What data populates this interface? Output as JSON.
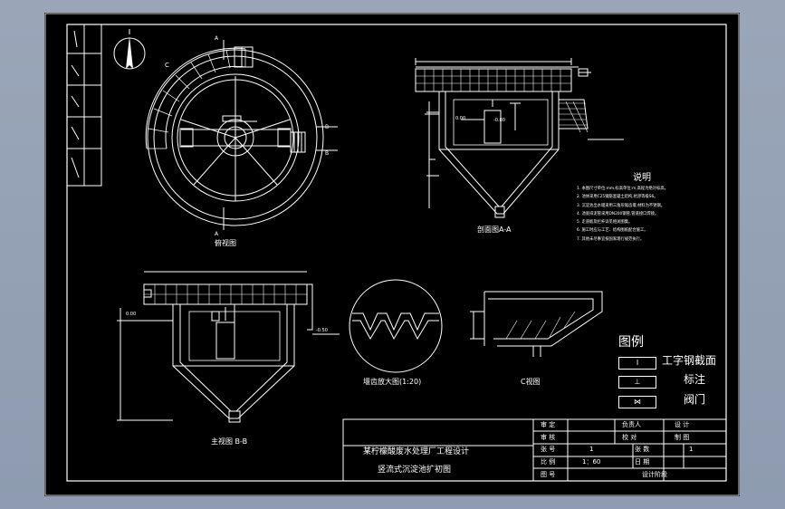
{
  "views": {
    "top_view": "俯视图",
    "section_aa": "剖面图A-A",
    "main_view": "主视图 B-B",
    "weir_detail": "堰齿放大图(1:20)",
    "c_view": "C视图"
  },
  "notes": {
    "title": "说明",
    "lines": [
      "1. 本图尺寸单位:mm,标高单位:m,高程为绝对标高。",
      "2. 池体采用C25钢筋混凝土结构,抗渗等级S6。",
      "3. 沉淀池出水堰采用三角形锯齿堰,材料为不锈钢。",
      "4. 池底排泥管采用DN200钢管,管道接口焊接。",
      "5. 走道板及栏杆详见相关图集。",
      "6. 施工时应与工艺、结构图纸配合施工。",
      "7. 其他未尽事宜按国家现行规范执行。"
    ]
  },
  "legend": {
    "title": "图例",
    "items": [
      {
        "symbol": "I",
        "label": "工字钢截面"
      },
      {
        "symbol": "⊥",
        "label": "标注"
      },
      {
        "symbol": "⋈",
        "label": "阀门"
      }
    ]
  },
  "title_block": {
    "project": "某柠檬酸废水处理厂工程设计",
    "drawing": "竖流式沉淀池扩初图",
    "cells": {
      "shending": "审 定",
      "fuzeren": "负责人",
      "sheji": "设 计",
      "shenhe": "审 核",
      "jiaodui": "校 对",
      "zhitu": "制 图",
      "zhanghao": "张 号",
      "zhanghao_val": "1",
      "zhangshu": "张 数",
      "zhangshu_val": "1",
      "bili": "比 例",
      "bili_val": "1：60",
      "riqi": "日 期",
      "tuhao": "图 号",
      "sheji_jieduan": "设计阶段"
    }
  },
  "elevation_tag": "0.00"
}
